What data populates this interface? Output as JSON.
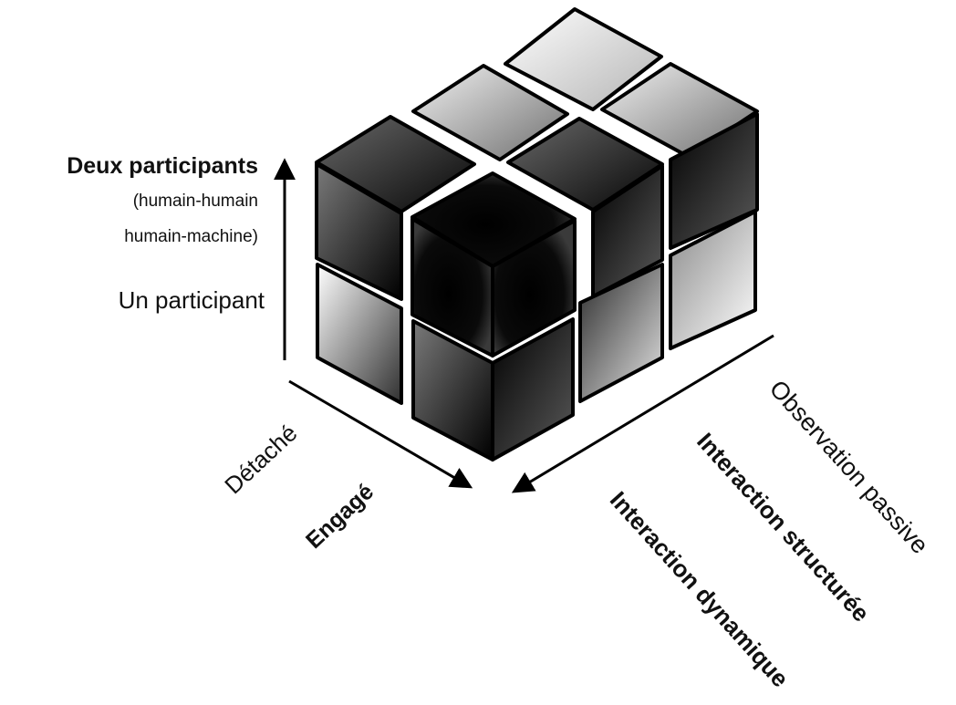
{
  "labels": {
    "deux_participants": "Deux participants",
    "humain_humain": "(humain-humain",
    "humain_machine": "humain-machine)",
    "un_participant": "Un participant",
    "detache": "Détaché",
    "engage": "Engagé",
    "observation_passive": "Observation passive",
    "interaction_structuree": "Interaction structurée",
    "interaction_dynamique": "Interaction dynamique"
  },
  "cube": {
    "grid": "2x2x3",
    "style": "grayscale shaded blocks"
  },
  "colors": {
    "ink": "#111111",
    "cube_dark": "#000000",
    "cube_light": "#ffffff"
  }
}
